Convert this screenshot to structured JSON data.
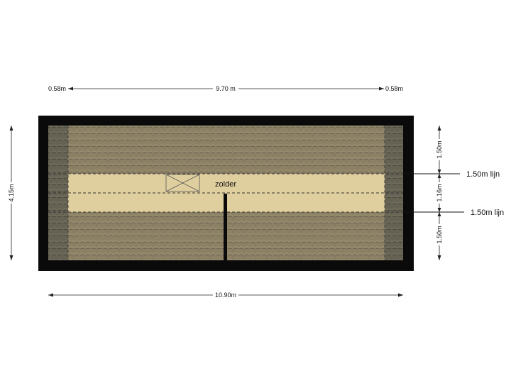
{
  "floorplan": {
    "room_label": "zolder",
    "dimensions": {
      "top_left": "0.58m",
      "top_center": "9.70 m",
      "top_right": "0.58m",
      "bottom_total": "10.90m",
      "left_total": "4.15m",
      "right_upper": "1.50m",
      "right_middle": "1.16m",
      "right_lower": "1.50m"
    },
    "line_labels": {
      "upper": "1.50m lijn",
      "lower": "1.50m lijn"
    },
    "colors": {
      "wall": "#0a0a0a",
      "roof_tile": "#8c8065",
      "roof_tile_dark": "#6f6754",
      "floor_usable": "#e0cf9e"
    }
  }
}
